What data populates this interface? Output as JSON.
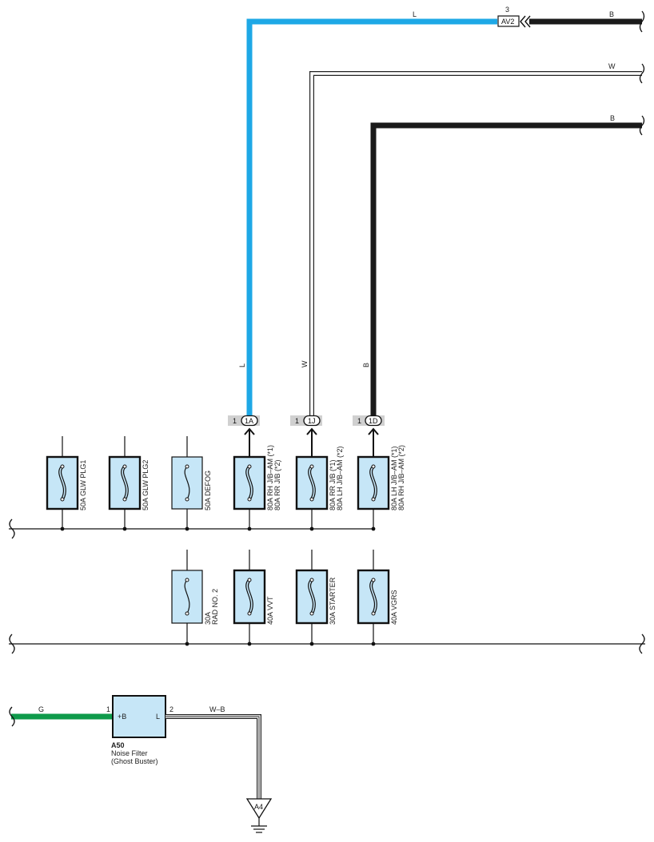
{
  "colors": {
    "wire_blue": "#1ea8e6",
    "wire_black": "#1a1a1a",
    "wire_green": "#0e9a4a",
    "fuse_fill": "#c6e6f7",
    "connector_gray": "#d0d0d0"
  },
  "top_wires": {
    "blue_label": "L",
    "av2_pin": "3",
    "av2_name": "AV2",
    "av2_right_label": "B",
    "white_label": "W",
    "black_label": "B"
  },
  "vertical_labels": {
    "blue": "L",
    "white": "W",
    "black": "B"
  },
  "connectors": [
    {
      "pin": "1",
      "name": "1A"
    },
    {
      "pin": "1",
      "name": "1J"
    },
    {
      "pin": "1",
      "name": "1D"
    }
  ],
  "fuses_row1": [
    {
      "lines": [
        "50A GLW PLG1"
      ]
    },
    {
      "lines": [
        "50A GLW PLG2"
      ]
    },
    {
      "lines": [
        "50A DEFOG"
      ]
    },
    {
      "lines": [
        "80A RH J/B–AM (*1)",
        "80A RR J/B (*2)"
      ]
    },
    {
      "lines": [
        "80A RR J/B (*1)",
        "80A LH J/B–AM (*2)"
      ]
    },
    {
      "lines": [
        "80A LH J/B–AM (*1)",
        "80A RH J/B–AM (*2)"
      ]
    }
  ],
  "fuses_row2": [
    {
      "lines": [
        "30A",
        "RAD NO. 2"
      ]
    },
    {
      "lines": [
        "40A VVT"
      ]
    },
    {
      "lines": [
        "30A STARTER"
      ]
    },
    {
      "lines": [
        "40A VGRS"
      ]
    }
  ],
  "noise_filter": {
    "code": "A50",
    "name_line1": "Noise Filter",
    "name_line2": "(Ghost Buster)",
    "pin_plus_b": "+B",
    "pin_l": "L",
    "pin1": "1",
    "pin2": "2",
    "left_wire": "G",
    "right_wire": "W–B",
    "ground": "A4"
  }
}
